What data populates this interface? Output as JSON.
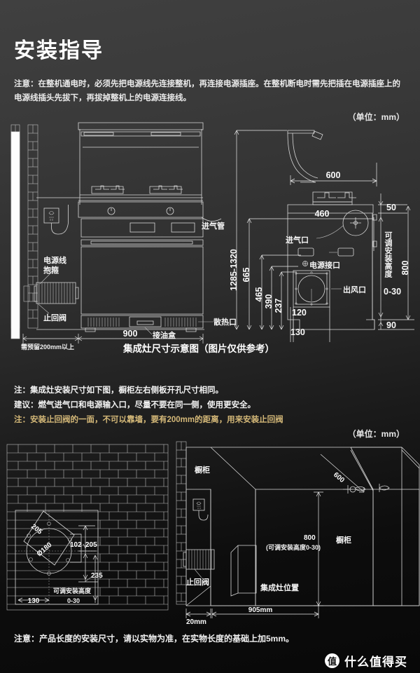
{
  "header": {
    "title": "安装指导",
    "warning": "注意：在整机通电时，必须先把电源线先连接整机，再连接电源插座。在整机断电时需先把插在电源插座上的电源线插头先拔下，再拔掉整机上的电源连接线。"
  },
  "unit_label_top": "（单位：mm）",
  "unit_label_bottom": "（单位：mm）",
  "diagram_top": {
    "caption": "集成灶尺寸示意图（图片仅供参考）",
    "labels": {
      "power_cord_clamp": "电源线\n抱箍",
      "power_cord_clamp_l1": "电源线",
      "power_cord_clamp_l2": "抱箍",
      "check_valve": "止回阀",
      "reserve_note": "需预留200mm以上",
      "gas_pipe": "进气管",
      "heat_vent": "散热口",
      "oil_box": "接油盒",
      "gas_inlet": "进气口",
      "power_socket": "电源接口",
      "air_outlet": "出风口",
      "adjustable_height": "可调安装高度",
      "adjustable_range": "0-30"
    },
    "dimensions": {
      "width": "900",
      "hood_width": "600",
      "body_depth": "460",
      "top_gap": "50",
      "counter_height": "800",
      "plinth": "90",
      "total_height": "1285-1320",
      "d665": "665",
      "d465": "465",
      "d390": "390",
      "d237": "237",
      "d120": "120",
      "d130": "130"
    }
  },
  "notes": {
    "line1": "注：集成灶安装尺寸如下图，橱柜左右侧板开孔尺寸相同。",
    "line2": "建议：燃气进气口和电源输入口，尽量不要在同一侧，使用更安全。",
    "line3": "注：安装止回阀的一面，不可以靠墙，要有200mm的距离，用来安装止回阀"
  },
  "diagram_wall": {
    "labels": {
      "adjustable_height": "可调安装高度",
      "adjustable_range": "0-30"
    },
    "dimensions": {
      "diag205": "205",
      "diameter": "Ø180",
      "d102": "102",
      "d205": "205",
      "d235": "235",
      "d130": "130"
    }
  },
  "diagram_cabinet": {
    "labels": {
      "cabinet_left": "橱柜",
      "cabinet_right": "橱柜",
      "stove_position": "集成灶位置",
      "check_valve": "止回阀",
      "height_note": "(可调安装高度0-30)"
    },
    "dimensions": {
      "depth600": "600",
      "height800": "800",
      "width905": "905mm",
      "gap20": "20mm"
    }
  },
  "footer": {
    "note": "注意：产品长度的安装尺寸，请以实物为准，在实物长度的基础上加5mm。",
    "watermark_mark": "值",
    "watermark_text": "什么值得买"
  }
}
